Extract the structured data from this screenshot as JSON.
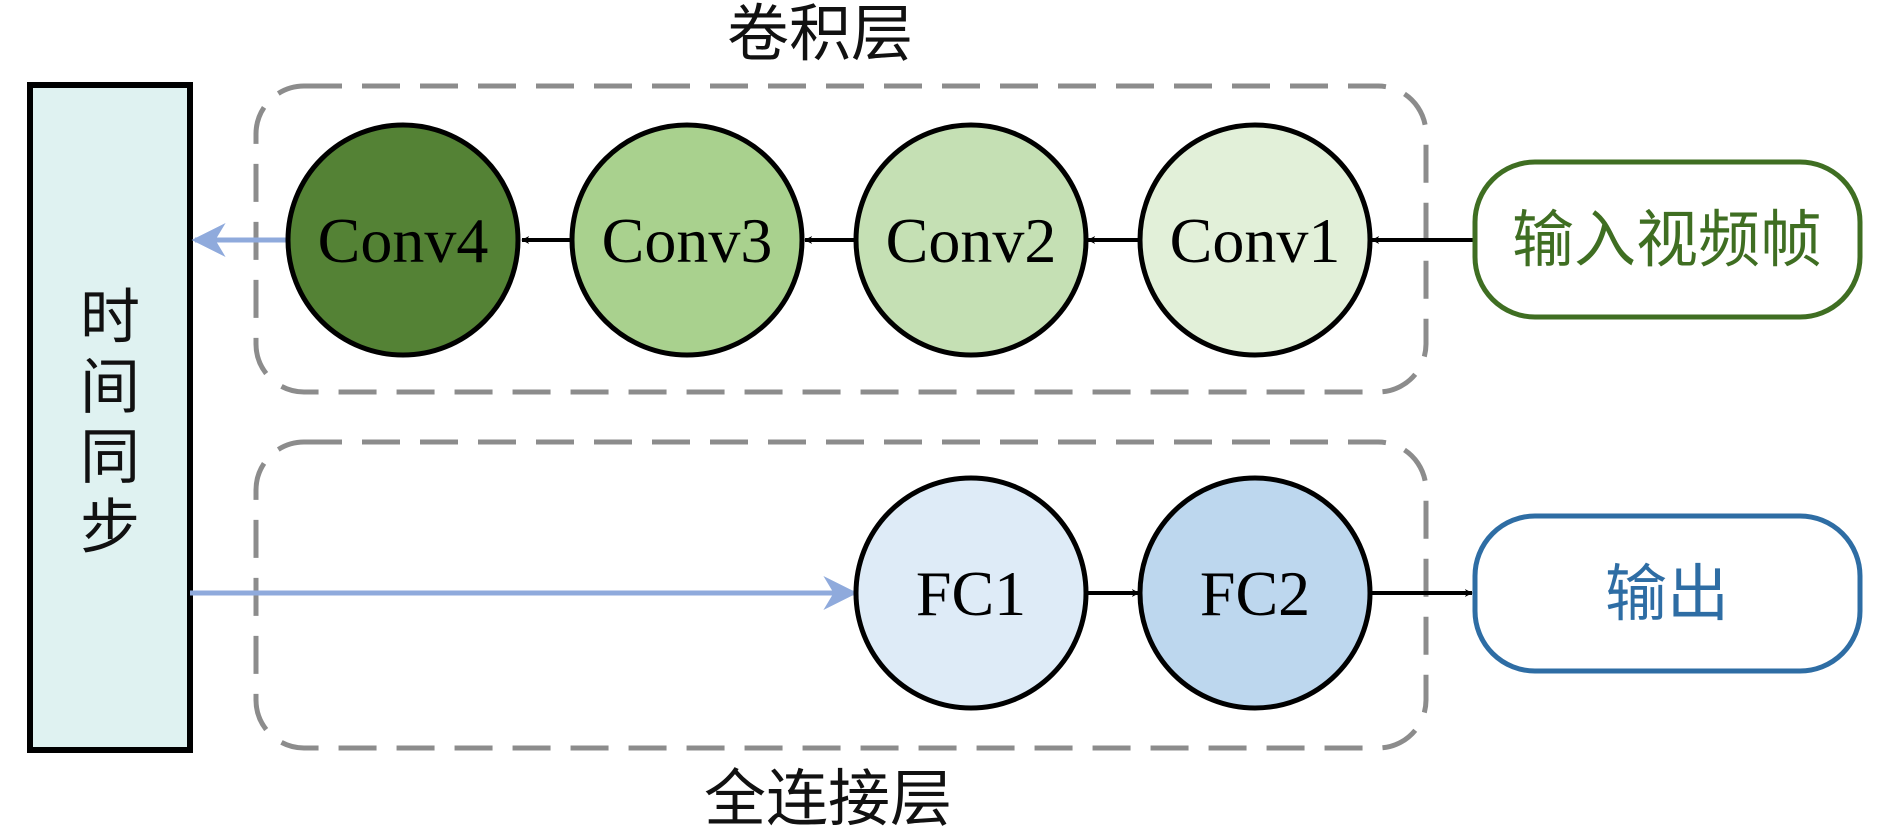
{
  "groups": {
    "conv_title": "卷积层",
    "fc_title": "全连接层"
  },
  "sync": {
    "chars": [
      "时",
      "间",
      "同",
      "步"
    ]
  },
  "conv_nodes": [
    {
      "label": "Conv4",
      "fill": "#548235"
    },
    {
      "label": "Conv3",
      "fill": "#A9D18E"
    },
    {
      "label": "Conv2",
      "fill": "#C5E0B4"
    },
    {
      "label": "Conv1",
      "fill": "#E2F0D9"
    }
  ],
  "fc_nodes": [
    {
      "label": "FC1",
      "fill": "#DEEBF7"
    },
    {
      "label": "FC2",
      "fill": "#BDD7EE"
    }
  ],
  "input_box": {
    "label": "输入视频帧",
    "color": "#3F6E22"
  },
  "output_box": {
    "label": "输出",
    "color": "#2E6DA4"
  },
  "colors": {
    "sync_fill": "#DFF2F1",
    "dashed_border": "#8C8C8C",
    "arrow_black": "#000000",
    "arrow_blue": "#8FAADC"
  }
}
